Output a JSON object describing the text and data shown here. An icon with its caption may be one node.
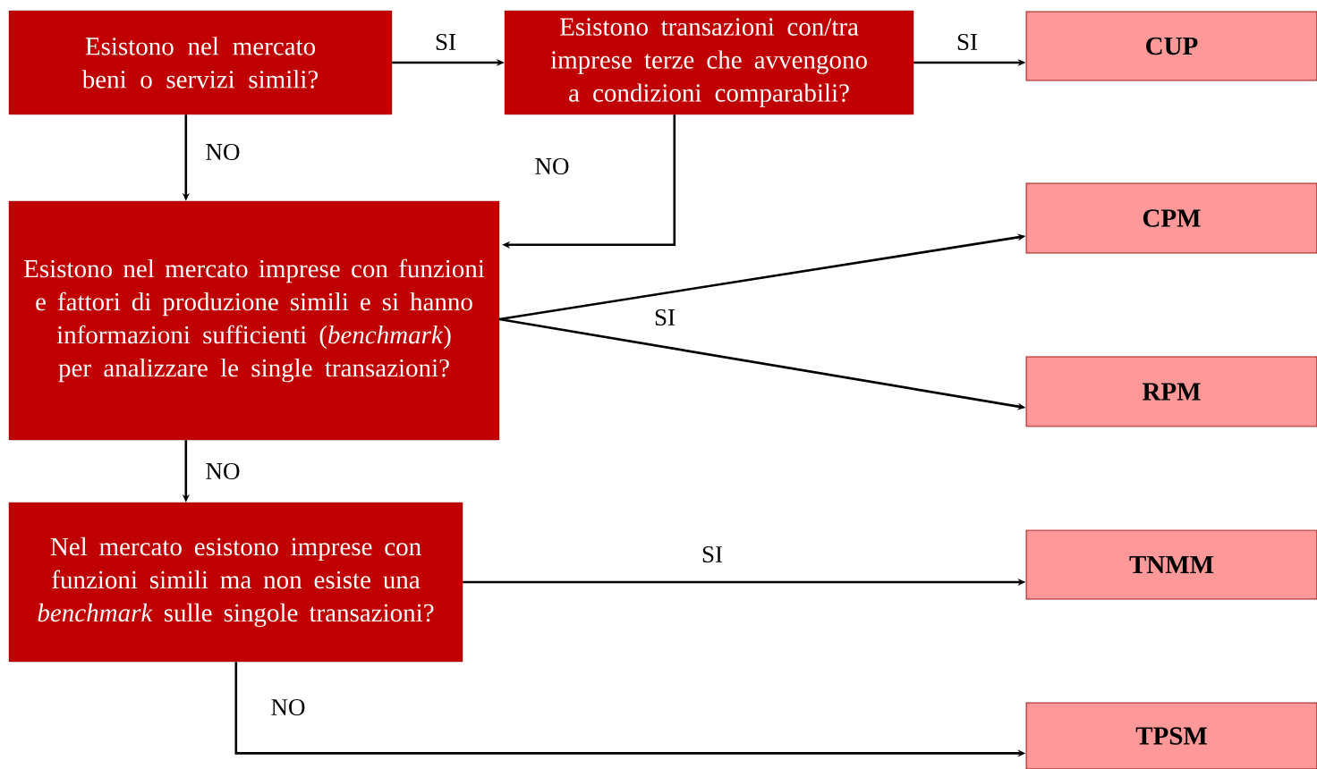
{
  "diagram": {
    "nodes": [
      {
        "text": [
          "Esistono nel mercato beni o servizi simili?"
        ]
      },
      {
        "text": [
          "Esistono transazioni con/tra imprese terze che avvengono a condizioni comparabili?"
        ]
      },
      {
        "text": [
          "CUP"
        ]
      },
      {
        "text": [
          "Esistono nel mercato imprese con funzioni e fattori di produzione simili e si hanno informazioni sufficienti (*benchmark*) per analizzare le single transazioni?"
        ]
      },
      {
        "text": [
          "CPM"
        ]
      },
      {
        "text": [
          "RPM"
        ]
      },
      {
        "text": [
          "Nel mercato esistono imprese con funzioni simili ma non esiste una *benchmark* sulle singole transazioni?"
        ]
      },
      {
        "text": [
          "TNMM"
        ]
      },
      {
        "text": [
          "TPSM"
        ]
      }
    ],
    "edges": [
      {
        "from": 0,
        "to": 1,
        "arrow": "to",
        "label": "SI"
      },
      {
        "from": 1,
        "to": 2,
        "arrow": "to",
        "label": "SI"
      },
      {
        "from": 0,
        "to": 3,
        "arrow": "to",
        "label": "NO"
      },
      {
        "from": 1,
        "to": 3,
        "arrow": "to",
        "label": "NO"
      },
      {
        "from": 3,
        "to": 4,
        "arrow": "to",
        "label": "SI"
      },
      {
        "from": 3,
        "to": 5,
        "arrow": "to"
      },
      {
        "from": 3,
        "to": 6,
        "arrow": "to",
        "label": "NO"
      },
      {
        "from": 6,
        "to": 7,
        "arrow": "to",
        "label": "SI"
      },
      {
        "from": 6,
        "to": 8,
        "arrow": "to",
        "label": "NO"
      }
    ]
  }
}
